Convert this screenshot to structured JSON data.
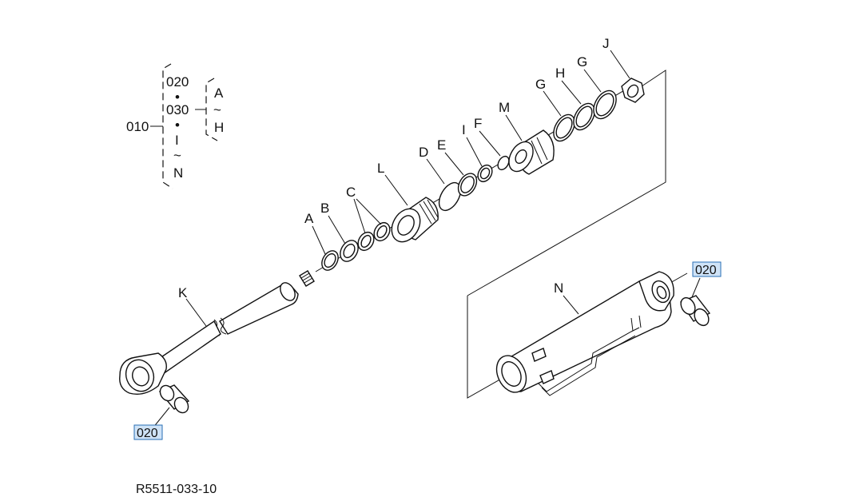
{
  "tree": {
    "root": "010",
    "children": [
      "020",
      "030",
      "I",
      "N"
    ],
    "sub_range_start": "A",
    "sub_range_end": "H",
    "tilde": "~",
    "dot": "•"
  },
  "labels": {
    "A": "A",
    "B": "B",
    "C": "C",
    "D": "D",
    "E": "E",
    "F": "F",
    "G1": "G",
    "G2": "G",
    "H": "H",
    "I": "I",
    "J": "J",
    "K": "K",
    "L": "L",
    "M": "M",
    "N": "N"
  },
  "callouts": {
    "bushing_top": "020",
    "bushing_bottom": "020"
  },
  "figure_code": "R5511-033-10",
  "colors": {
    "highlight_fill": "#cfe3f7",
    "highlight_stroke": "#2a6fb5",
    "ink": "#111111"
  }
}
